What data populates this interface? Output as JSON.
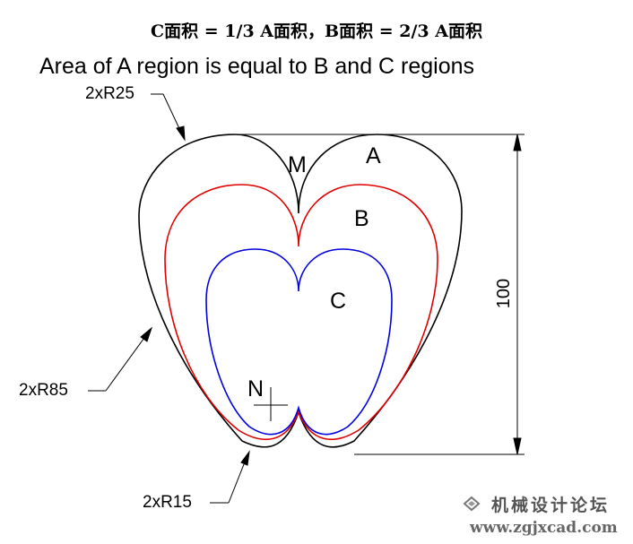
{
  "title_cn": "C面积 = 1/3 A面积，B面积 = 2/3 A面积",
  "title_en": "Area of A region is  equal to B and C regions",
  "labels": {
    "r25": "2xR25",
    "r85": "2xR85",
    "r15": "2xR15",
    "dimension": "100"
  },
  "regions": {
    "a": "A",
    "b": "B",
    "c": "C",
    "m": "M",
    "n": "N"
  },
  "watermark": {
    "text_cn": "机械设计论坛",
    "url": "www.zgjxcad.com"
  },
  "colors": {
    "outer": "#000000",
    "middle": "#e00000",
    "inner": "#0000e0"
  }
}
